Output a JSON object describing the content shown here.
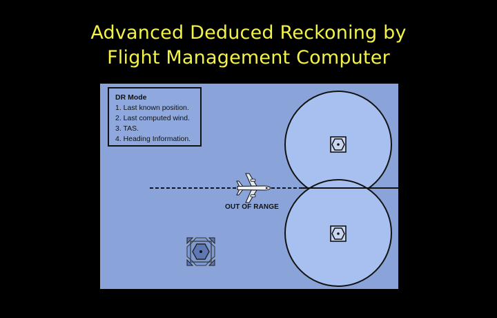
{
  "slide": {
    "title_line1": "Advanced Deduced Reckoning by",
    "title_line2": "Flight Management Computer"
  },
  "diagram": {
    "legend": {
      "title": "DR Mode",
      "items": [
        "1. Last known position.",
        "2. Last computed wind.",
        "3. TAS.",
        "4. Heading Information."
      ]
    },
    "out_of_range_label": "OUT OF RANGE",
    "icons": [
      "vor-station-icon",
      "vor-station-icon",
      "vortac-station-icon",
      "airplane-icon"
    ],
    "colors": {
      "background": "#8aa4d9",
      "range_circle_fill": "#a8c0ef",
      "ink": "#111111",
      "title": "#f2f24a"
    }
  }
}
